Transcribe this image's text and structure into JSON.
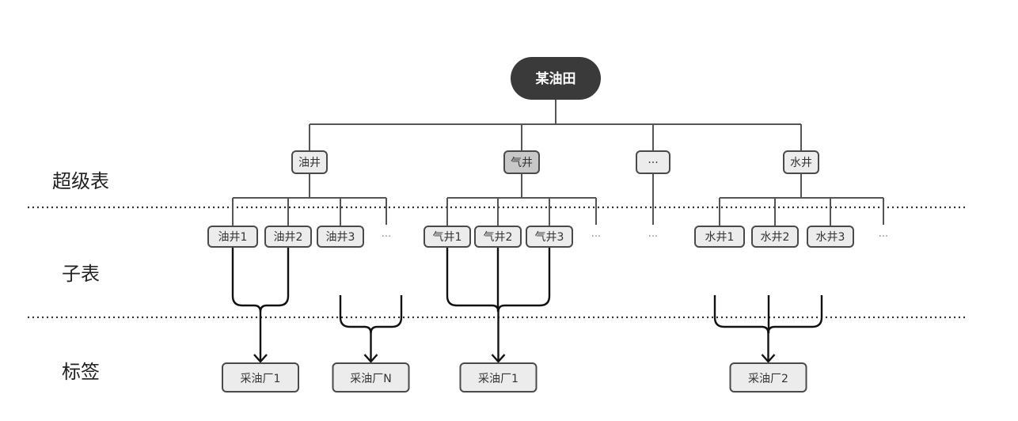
{
  "title": "某油田 数据模型示意",
  "colors": {
    "root_fill": "#3a3a3a",
    "node_fill": "#ececec",
    "node_highlight_fill": "#c8c8c8",
    "node_stroke": "#4a4a4a"
  },
  "row_labels": {
    "super_table": "超级表",
    "sub_table": "子表",
    "tag": "标签"
  },
  "root": {
    "label": "某油田"
  },
  "super_tables": [
    {
      "id": "oil",
      "label": "油井",
      "highlight": false
    },
    {
      "id": "gas",
      "label": "气井",
      "highlight": true
    },
    {
      "id": "more",
      "label": "···",
      "highlight": false
    },
    {
      "id": "water",
      "label": "水井",
      "highlight": false
    }
  ],
  "sub_tables": {
    "oil": [
      "油井1",
      "油井2",
      "油井3"
    ],
    "gas": [
      "气井1",
      "气井2",
      "气井3"
    ],
    "water": [
      "水井1",
      "水井2",
      "水井3"
    ]
  },
  "ellipsis": "···",
  "tags": [
    {
      "label": "采油厂1",
      "group": "oil-1-2"
    },
    {
      "label": "采油厂N",
      "group": "oil-other"
    },
    {
      "label": "采油厂1",
      "group": "gas-1-3"
    },
    {
      "label": "采油厂2",
      "group": "water-1-3"
    }
  ]
}
